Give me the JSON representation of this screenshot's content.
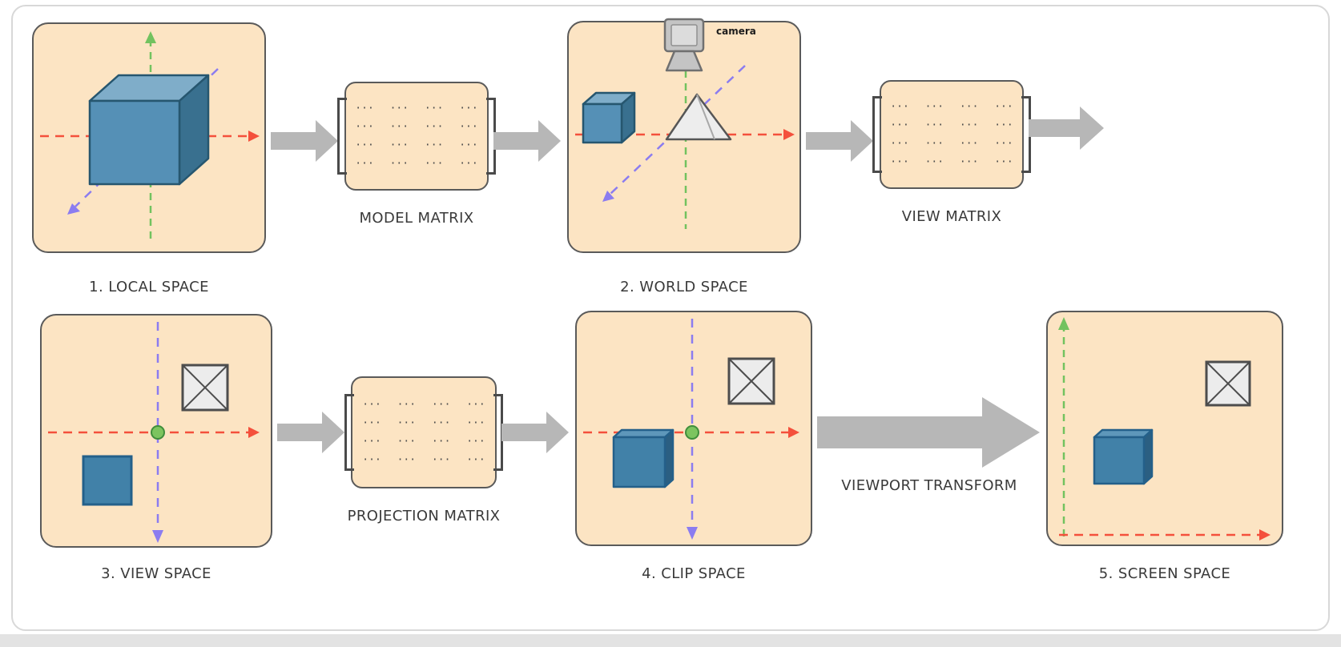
{
  "stages": {
    "local": {
      "label": "1. LOCAL SPACE"
    },
    "world": {
      "label": "2. WORLD SPACE",
      "camera_label": "camera"
    },
    "view": {
      "label": "3. VIEW SPACE"
    },
    "clip": {
      "label": "4. CLIP SPACE"
    },
    "screen": {
      "label": "5. SCREEN SPACE"
    }
  },
  "matrices": {
    "model": {
      "label": "MODEL MATRIX",
      "row": "··· ··· ··· ···"
    },
    "view": {
      "label": "VIEW MATRIX",
      "row": "··· ··· ··· ···"
    },
    "projection": {
      "label": "PROJECTION MATRIX",
      "row": "··· ··· ··· ···"
    }
  },
  "arrows": {
    "viewport_label": "VIEWPORT TRANSFORM"
  },
  "colors": {
    "stage_fill": "#fce4c3",
    "stage_border": "#5a5a5a",
    "arrow_gray": "#b7b7b7",
    "x_axis_red": "#f4503c",
    "up_axis_green": "#72c25f",
    "depth_axis_purple": "#8b7cf0",
    "object_blue": "#4181a8",
    "label_text": "#3a3a3a"
  }
}
